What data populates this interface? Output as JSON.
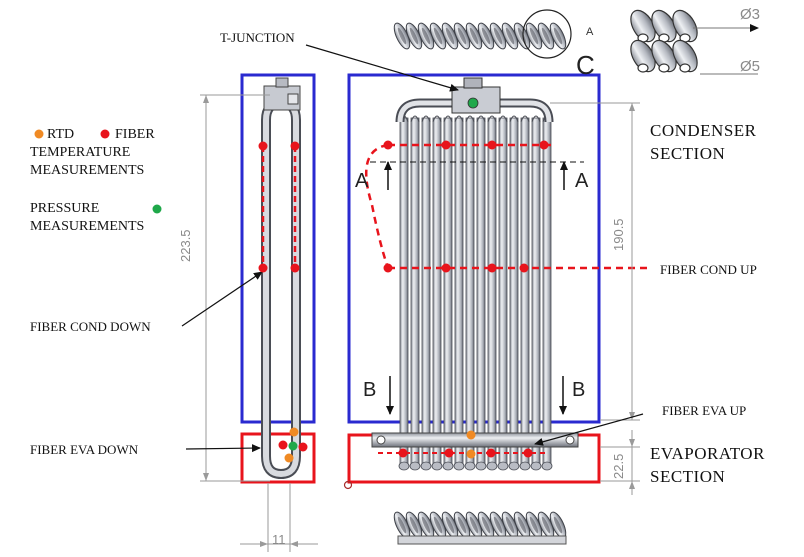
{
  "labels": {
    "t_junction": "T-JUNCTION",
    "legend_rtd": "RTD",
    "legend_fiber": "FIBER",
    "legend_temp_line1": "TEMPERATURE",
    "legend_temp_line2": "MEASUREMENTS",
    "legend_pressure_line1": "PRESSURE",
    "legend_pressure_line2": "MEASUREMENTS",
    "fiber_cond_down": "FIBER COND DOWN",
    "fiber_cond_up": "FIBER COND UP",
    "fiber_eva_down": "FIBER EVA DOWN",
    "fiber_eva_up": "FIBER EVA UP",
    "condenser_line1": "CONDENSER",
    "condenser_line2": "SECTION",
    "evaporator_line1": "EVAPORATOR",
    "evaporator_line2": "SECTION"
  },
  "dimensions": {
    "height_total": "223.5",
    "height_condenser": "190.5",
    "height_evaporator": "22.5",
    "width_side": "11",
    "dia_inner": "Ø3",
    "dia_outer": "Ø5"
  },
  "section_marks": {
    "a": "A",
    "b": "B",
    "detail_letter": "A",
    "detail_c": "C"
  },
  "colors": {
    "rtd": "#f08a24",
    "fiber": "#e8141c",
    "pressure": "#1fa84a",
    "condenser_box": "#2a2ad0",
    "evaporator_box": "#e8141c",
    "pipe_fill": "#c9ccd3",
    "pipe_stroke": "#4a4d55"
  }
}
